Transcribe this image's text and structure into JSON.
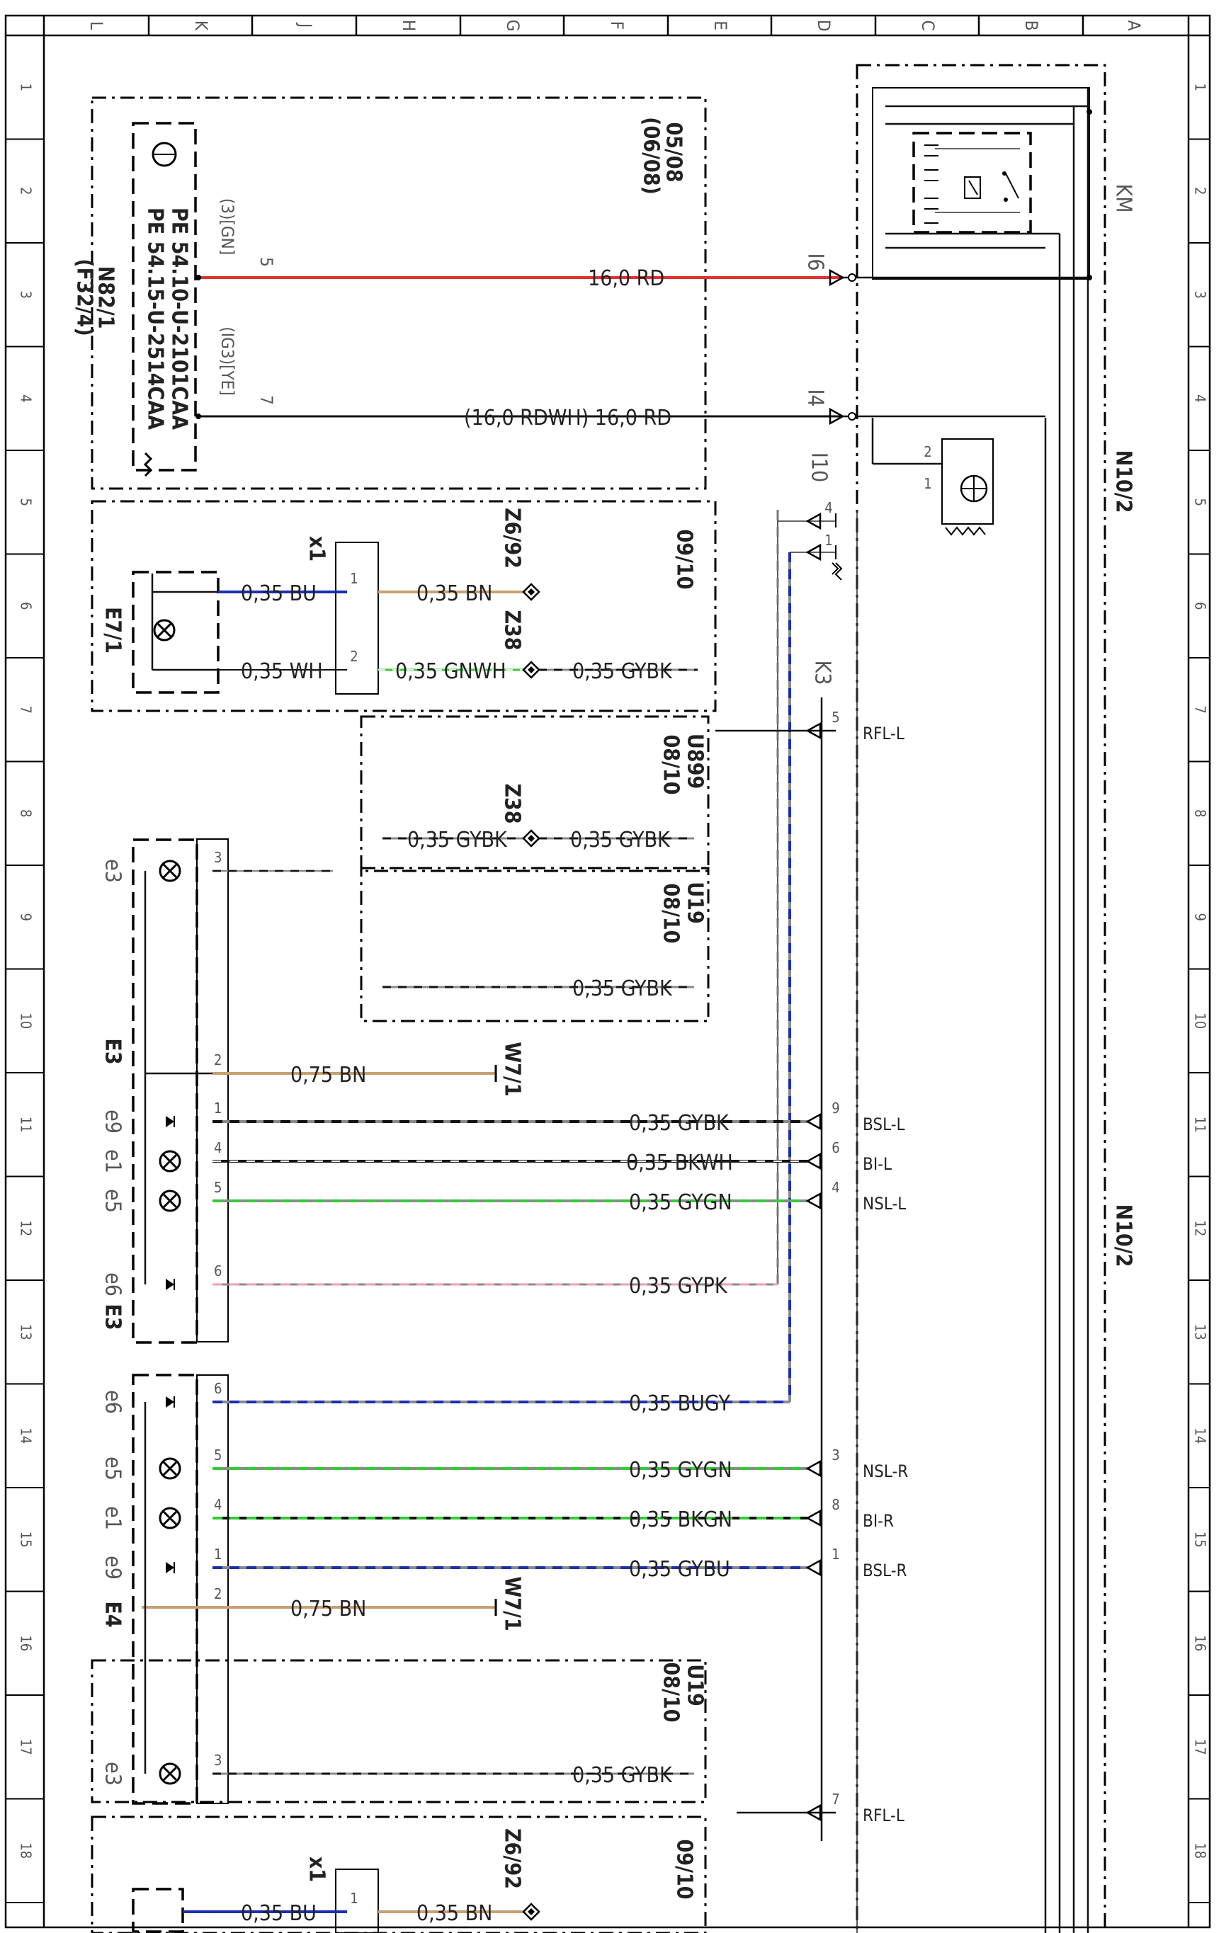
{
  "border": {
    "columns": [
      "L",
      "K",
      "J",
      "H",
      "G",
      "F",
      "E",
      "D",
      "C",
      "B",
      "A"
    ],
    "rows": [
      "1",
      "2",
      "3",
      "4",
      "5",
      "6",
      "7",
      "8",
      "9",
      "10",
      "11",
      "12",
      "13",
      "14",
      "15",
      "16",
      "17",
      "18"
    ]
  },
  "colors": {
    "RD": "#e03030",
    "BU": "#1a2fb0",
    "BN": "#c8a070",
    "GN": "#33cc33",
    "PK": "#f0a0b0",
    "GY": "#8a8a8a",
    "BK": "#111111"
  },
  "blocks": {
    "n82": {
      "name_line1": "N82/1",
      "name_line2": "(F32/4)",
      "part1": "PE 54.10-U-2101CAA",
      "part2": "PE 54.15-U-2514CAA",
      "ref": "05/08",
      "ref2": "(06/08)",
      "pin5": "5",
      "pin5_label": "(3)[GN]",
      "pin7": "7",
      "pin7_label": "(IG3)[YE]"
    },
    "e71": {
      "name": "E7/1",
      "connector": "x1",
      "ref": "09/10",
      "pin1": "1",
      "pin2": "2",
      "ground1": "Z6/92",
      "ground2": "Z38"
    },
    "u899": {
      "name": "U899",
      "ref": "08/10",
      "ground": "Z38"
    },
    "u19a": {
      "name": "U19",
      "ref": "08/10"
    },
    "u19b": {
      "name": "U19",
      "ref": "08/10"
    },
    "e3": {
      "name": "E3",
      "pins": [
        "3",
        "2",
        "1",
        "4",
        "5",
        "6"
      ],
      "labels": [
        "e3",
        "e9",
        "e1",
        "e5",
        "e6"
      ],
      "ground": "W7/1"
    },
    "e4": {
      "name": "E4",
      "pins": [
        "6",
        "5",
        "4",
        "1",
        "2",
        "3"
      ],
      "labels": [
        "e6",
        "e5",
        "e1",
        "e9",
        "e3"
      ],
      "ground": "W7/1"
    },
    "bottom": {
      "connector": "x1",
      "pin1": "1",
      "ground1": "Z6/92",
      "ref": "09/10"
    },
    "km": {
      "name": "KM",
      "pin2": "2",
      "pin1": "1"
    },
    "n10": {
      "name": "N10/2"
    }
  },
  "connectors": {
    "i6": "I6",
    "i4": "I4",
    "i10": "I10",
    "i10_pins": [
      "4",
      "1"
    ],
    "k3": "K3",
    "k3_pins": [
      {
        "pin": "5",
        "signal": "RFL-L"
      },
      {
        "pin": "9",
        "signal": "BSL-L"
      },
      {
        "pin": "6",
        "signal": "BI-L"
      },
      {
        "pin": "4",
        "signal": "NSL-L"
      },
      {
        "pin": "3",
        "signal": "NSL-R"
      },
      {
        "pin": "8",
        "signal": "BI-R"
      },
      {
        "pin": "1",
        "signal": "BSL-R"
      },
      {
        "pin": "7",
        "signal": "RFL-L"
      }
    ]
  },
  "wires": {
    "w_rd": "16,0 RD",
    "w_rdwh": "(16,0 RDWH) 16,0 RD",
    "w_bu1": "0,35 BU",
    "w_bn1": "0,35 BN",
    "w_wh": "0,35 WH",
    "w_gnwh": "0,35 GNWH",
    "w_gybk1": "0,35 GYBK",
    "w_gybk_u899a": "0,35 GYBK",
    "w_gybk_u899b": "0,35 GYBK",
    "w_gybk_u19": "0,35 GYBK",
    "w_bn075a": "0,75 BN",
    "w_gybk_e9": "0,35 GYBK",
    "w_bkwh": "0,35 BKWH",
    "w_gygn": "0,35 GYGN",
    "w_gypk": "0,35 GYPK",
    "w_bugy": "0,35 BUGY",
    "w_gygn2": "0,35 GYGN",
    "w_bkgn": "0,35 BKGN",
    "w_gybu": "0,35 GYBU",
    "w_bn075b": "0,75 BN",
    "w_gybk_u19b": "0,35 GYBK",
    "w_bu_bottom": "0,35 BU",
    "w_bn_bottom": "0,35 BN"
  }
}
